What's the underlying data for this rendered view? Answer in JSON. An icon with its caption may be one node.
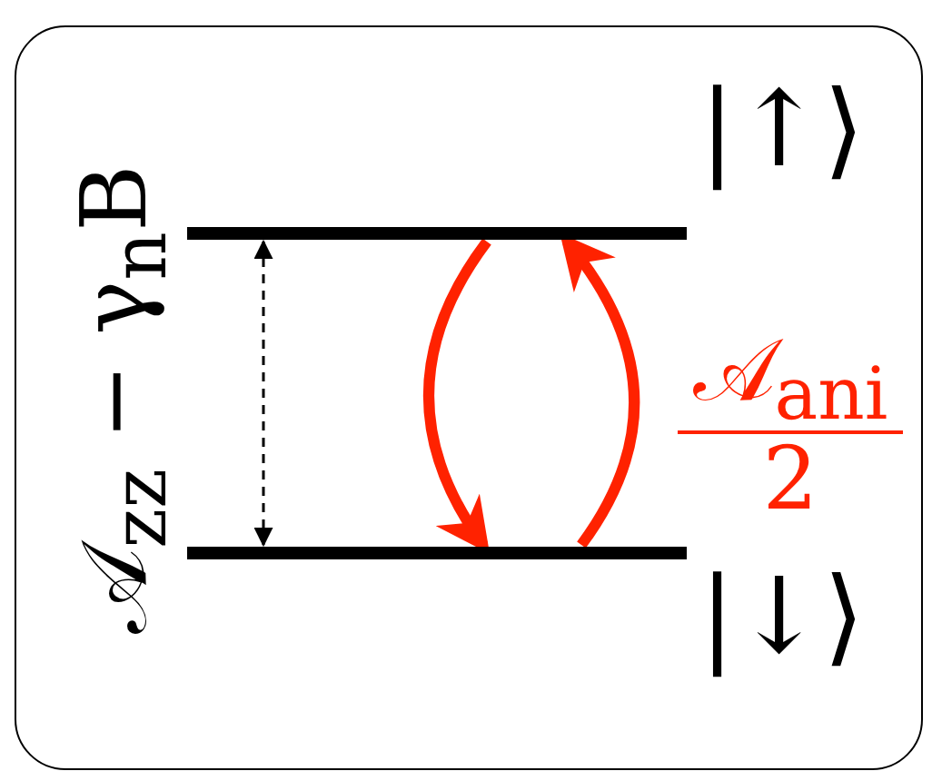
{
  "diagram": {
    "nodes": [
      {
        "text": [],
        "shape": "bar",
        "beside": [
          "|↑⟩"
        ]
      },
      {
        "text": [],
        "shape": "bar",
        "beside": [
          "|↓⟩"
        ]
      }
    ],
    "edges": [
      {
        "from": 0,
        "to": 1,
        "arrow": "both",
        "style": "dashed",
        "color": "#000000"
      },
      {
        "from": 0,
        "to": 1,
        "arrow": "to",
        "color": "#ff2200"
      },
      {
        "from": 1,
        "to": 0,
        "arrow": "to",
        "color": "#ff2200"
      }
    ],
    "labels": [
      "𝒜$_{zz}$ − γ$_{n}$B",
      "𝒜$_{ani}$",
      "2"
    ]
  }
}
